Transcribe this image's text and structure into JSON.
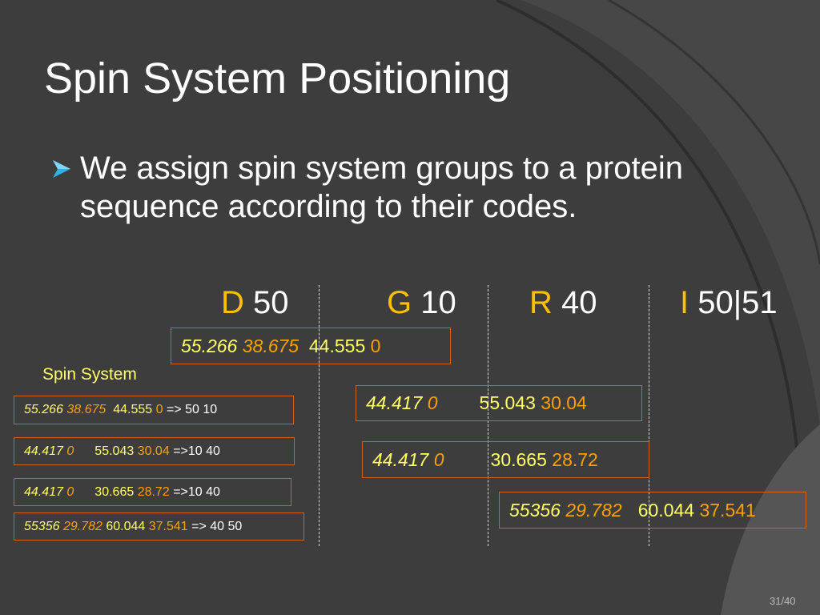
{
  "title": "Spin System Positioning",
  "bullet": "We assign spin system groups to a protein sequence according to their codes.",
  "residues": [
    {
      "letter": "D",
      "number": "50"
    },
    {
      "letter": "G",
      "number": "10"
    },
    {
      "letter": "R",
      "number": "40"
    },
    {
      "letter": "I",
      "number": "50|51"
    }
  ],
  "spin_label": "Spin System",
  "spin_list": [
    {
      "a": "55.266",
      "b": "38.675",
      "c": "44.555",
      "d": "0",
      "result": "=> 50 10"
    },
    {
      "a": "44.417",
      "b": "0",
      "c": "55.043",
      "d": "30.04",
      "result": "=>10 40"
    },
    {
      "a": "44.417",
      "b": "0",
      "c": "30.665",
      "d": "28.72",
      "result": "=>10 40"
    },
    {
      "a": "55356",
      "b": "29.782",
      "c": "60.044",
      "d": "37.541",
      "result": "=> 40 50"
    }
  ],
  "placed": [
    {
      "a": "55.266",
      "b": "38.675",
      "c": "44.555",
      "d": "0"
    },
    {
      "a": "44.417",
      "b": "0",
      "c": "55.043",
      "d": "30.04"
    },
    {
      "a": "44.417",
      "b": "0",
      "c": "30.665",
      "d": "28.72"
    },
    {
      "a": "55356",
      "b": "29.782",
      "c": "60.044",
      "d": "37.541"
    }
  ],
  "page_number": "31/40",
  "colors": {
    "background": "#3d3d3d",
    "accent": "#ffc000",
    "value_yellow": "#ffff66",
    "value_orange": "#ffa000",
    "box_border": "#d4601e"
  }
}
